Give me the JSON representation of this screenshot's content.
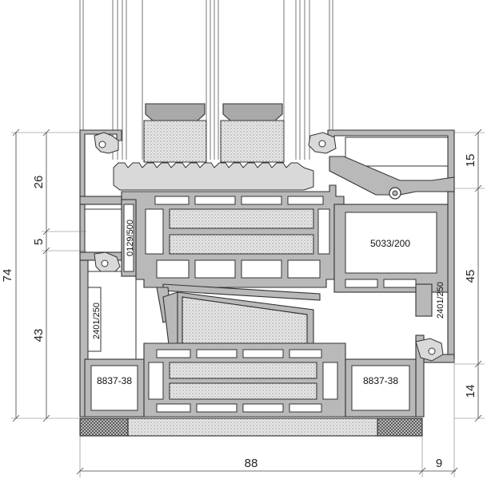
{
  "dimensions": {
    "d74": "74",
    "d26": "26",
    "d5": "5",
    "d43": "43",
    "d15": "15",
    "d45": "45",
    "d14": "14",
    "d88": "88",
    "d9": "9"
  },
  "profile_labels": {
    "p0129": "0129/500",
    "p5033": "5033/200",
    "p2401_left": "2401/250",
    "p2401_right": "2401/250",
    "p8837_left": "8837-38",
    "p8837_right": "8837-38"
  }
}
